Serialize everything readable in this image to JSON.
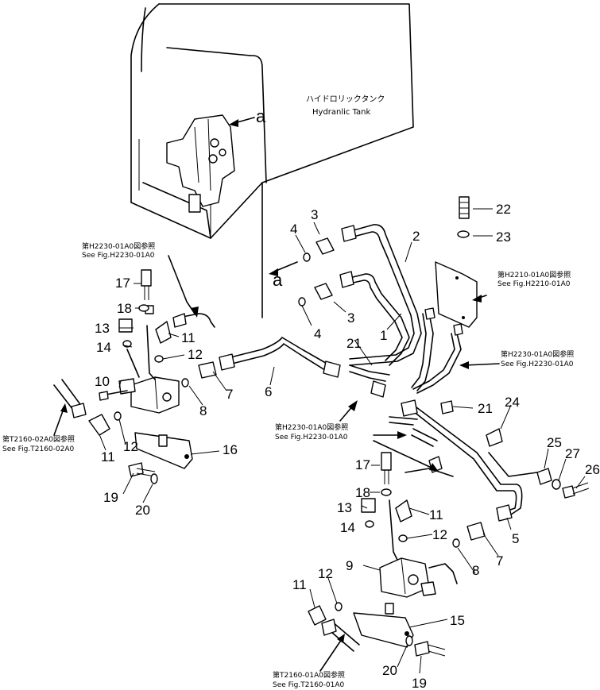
{
  "tank": {
    "label_jp": "ハイドロリックタンク",
    "label_en": "Hydranlic Tank"
  },
  "callouts": [
    "a",
    "a"
  ],
  "refs": [
    {
      "jp": "第H2230-01A0図参照",
      "en": "See Fig.H2230-01A0"
    },
    {
      "jp": "第H2210-01A0図参照",
      "en": "See Fig.H2210-01A0"
    },
    {
      "jp": "第H2230-01A0図参照",
      "en": "See Fig.H2230-01A0"
    },
    {
      "jp": "第H2230-01A0図参照",
      "en": "See Fig.H2230-01A0"
    },
    {
      "jp": "第T2160-02A0図参照",
      "en": "See Fig.T2160-02A0"
    },
    {
      "jp": "第T2160-01A0図参照",
      "en": "See Fig.T2160-01A0"
    }
  ],
  "part_numbers": [
    "22",
    "23",
    "3",
    "4",
    "2",
    "1",
    "4",
    "3",
    "17",
    "18",
    "13",
    "11",
    "14",
    "12",
    "10",
    "7",
    "8",
    "6",
    "21",
    "21",
    "11",
    "12",
    "16",
    "19",
    "20",
    "24",
    "25",
    "27",
    "26",
    "17",
    "18",
    "13",
    "11",
    "14",
    "12",
    "5",
    "7",
    "8",
    "9",
    "11",
    "12",
    "15",
    "20",
    "19"
  ]
}
